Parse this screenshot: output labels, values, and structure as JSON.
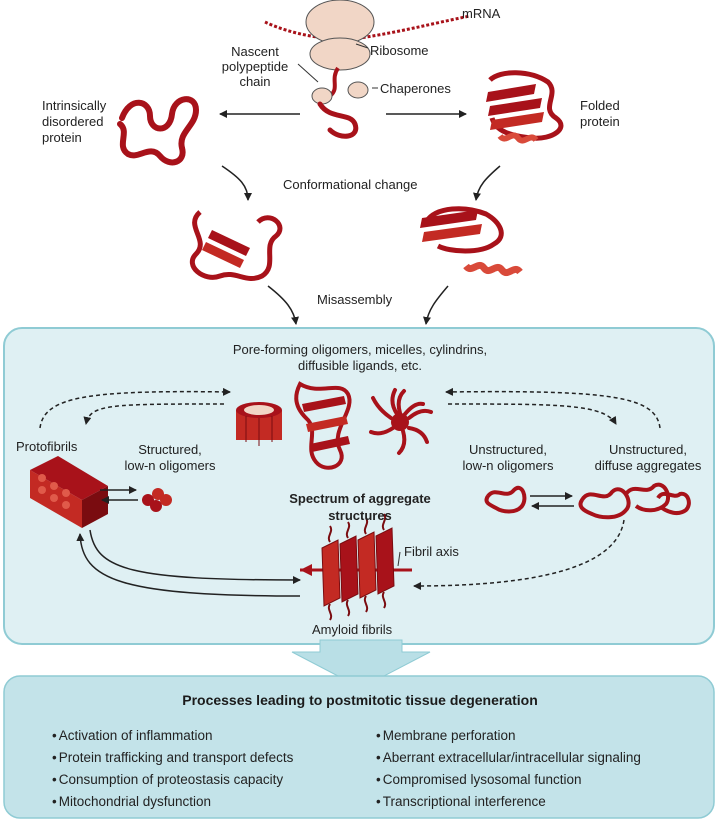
{
  "labels": {
    "mrna": "mRNA",
    "ribosome": "Ribosome",
    "nascent": "Nascent\npolypeptide\nchain",
    "chaperones": "Chaperones",
    "idp": "Intrinsically\ndisordered\nprotein",
    "folded": "Folded\nprotein",
    "conformational": "Conformational change",
    "misassembly": "Misassembly",
    "pore": "Pore-forming oligomers, micelles, cylindrins,\ndiffusible ligands, etc.",
    "protofibrils": "Protofibrils",
    "structured": "Structured,\nlow-n oligomers",
    "unstructured_low": "Unstructured,\nlow-n oligomers",
    "unstructured_diffuse": "Unstructured,\ndiffuse aggregates",
    "spectrum": "Spectrum of aggregate\nstructures",
    "fibril_axis": "Fibril axis",
    "amyloid": "Amyloid fibrils"
  },
  "processes": {
    "title": "Processes leading to postmitotic tissue degeneration",
    "left": [
      "Activation of inflammation",
      "Protein trafficking and transport defects",
      "Consumption of proteostasis capacity",
      "Mitochondrial dysfunction"
    ],
    "right": [
      "Membrane perforation",
      "Aberrant extracellular/intracellular signaling",
      "Compromised lysosomal function",
      "Transcriptional interference"
    ]
  },
  "colors": {
    "protein": "#a8121a",
    "protein_light": "#d94a3a",
    "ribosome": "#f1d6c6",
    "panel_fill": "#dff0f3",
    "panel_stroke": "#8fcbd4",
    "bottom_fill": "#c3e3e9",
    "arrow_fill": "#b9dfe6"
  }
}
